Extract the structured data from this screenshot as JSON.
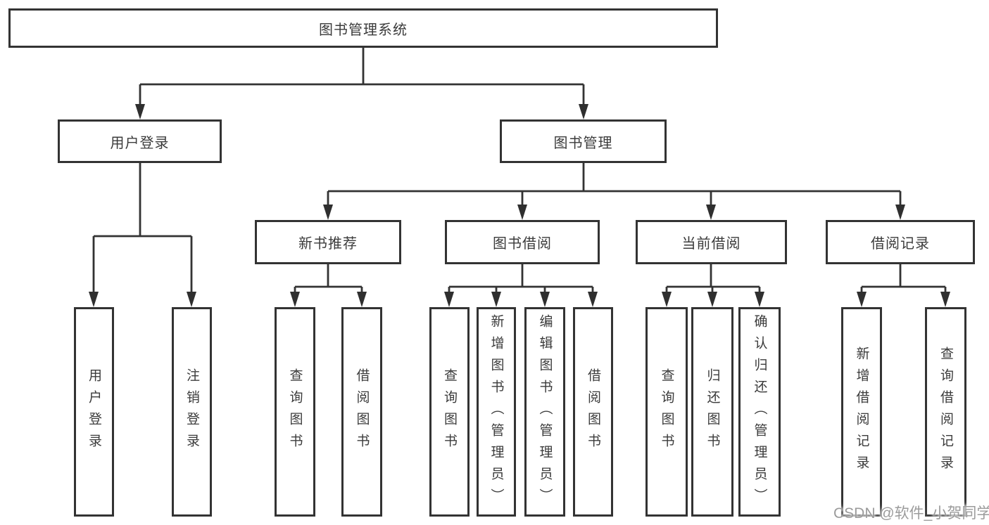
{
  "colors": {
    "line": "#333333",
    "box_border": "#333333",
    "text": "#3b3b3b",
    "background": "#ffffff",
    "watermark": "#9b9b9b"
  },
  "watermark": {
    "text": "CSDN @软件_小贺同学"
  },
  "tree": {
    "label": "图书管理系统",
    "children": [
      {
        "label": "用户登录",
        "children": [
          {
            "label": "用户登录"
          },
          {
            "label": "注销登录"
          }
        ]
      },
      {
        "label": "图书管理",
        "children": [
          {
            "label": "新书推荐",
            "children": [
              {
                "label": "查询图书"
              },
              {
                "label": "借阅图书"
              }
            ]
          },
          {
            "label": "图书借阅",
            "children": [
              {
                "label": "查询图书"
              },
              {
                "label": "新增图书（管理员）"
              },
              {
                "label": "编辑图书（管理员）"
              },
              {
                "label": "借阅图书"
              }
            ]
          },
          {
            "label": "当前借阅",
            "children": [
              {
                "label": "查询图书"
              },
              {
                "label": "归还图书"
              },
              {
                "label": "确认归还（管理员）"
              }
            ]
          },
          {
            "label": "借阅记录",
            "children": [
              {
                "label": "新增借阅记录"
              },
              {
                "label": "查询借阅记录"
              }
            ]
          }
        ]
      }
    ]
  }
}
